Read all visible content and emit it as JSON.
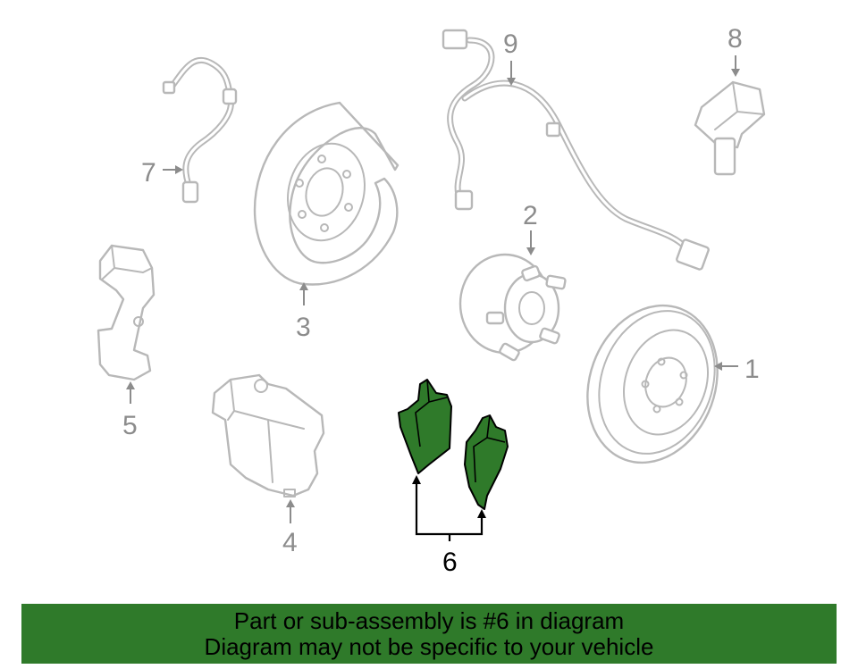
{
  "callouts": {
    "c1": "1",
    "c2": "2",
    "c3": "3",
    "c4": "4",
    "c5": "5",
    "c6": "6",
    "c7": "7",
    "c8": "8",
    "c9": "9"
  },
  "banner": {
    "line1": "Part or sub-assembly is #6 in diagram",
    "line2": "Diagram may not be specific to your vehicle"
  },
  "colors": {
    "highlight": "#2f7a2a",
    "part_outline": "#b8b8b8",
    "callout": "#8c8c8c"
  }
}
